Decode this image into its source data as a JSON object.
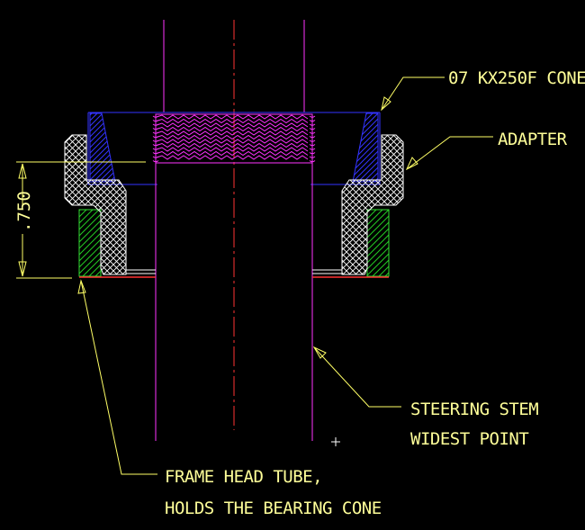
{
  "labels": {
    "cone": "07 KX250F CONE",
    "adapter": "ADAPTER",
    "stem_line1": "STEERING STEM",
    "stem_line2": "WIDEST POINT",
    "headtube_line1": "FRAME HEAD TUBE,",
    "headtube_line2": "HOLDS THE BEARING CONE",
    "dimension": ".750"
  },
  "colors": {
    "background": "#000000",
    "annotation": "#ffff66",
    "stem": "#ff33ff",
    "cone": "#3333ff",
    "head_tube": "#33dd33",
    "centerline": "#ff3333",
    "adapter": "#ffffff"
  }
}
